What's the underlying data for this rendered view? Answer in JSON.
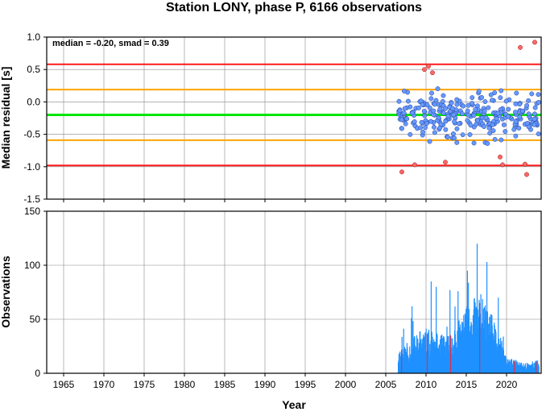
{
  "title": "Station LONY, phase P, 6166 observations",
  "annotation": "median = -0.20, smad = 0.39",
  "xlabel": "Year",
  "top_ylabel": "Median residual [s]",
  "bottom_ylabel": "Observations",
  "colors": {
    "red_line": "#ff1a1a",
    "orange_line": "#ffa500",
    "green_line": "#00e600",
    "blue_point": "#6699ff",
    "red_point": "#ff6666",
    "bar_blue": "#1e90ff",
    "bar_red": "#e0304a",
    "grid": "#888888"
  },
  "chart_data": [
    {
      "type": "scatter",
      "xlim": [
        1962.9,
        2024.3
      ],
      "ylim": [
        -1.5,
        1.0
      ],
      "xticks": [
        1965,
        1970,
        1975,
        1980,
        1985,
        1990,
        1995,
        2000,
        2005,
        2010,
        2015,
        2020
      ],
      "yticks": [
        1.0,
        0.5,
        0.0,
        -0.5,
        -1.0,
        -1.5
      ],
      "ytick_labels": [
        "1.0",
        "0.5",
        "0.0",
        "-0.5",
        "-1.0",
        "-1.5"
      ],
      "grid": true,
      "hlines": [
        {
          "y": 0.58,
          "color": "red"
        },
        {
          "y": 0.19,
          "color": "orange"
        },
        {
          "y": -0.2,
          "color": "green"
        },
        {
          "y": -0.59,
          "color": "orange"
        },
        {
          "y": -0.98,
          "color": "red"
        }
      ],
      "outliers_red": [
        [
          2007.0,
          -1.08
        ],
        [
          2008.6,
          -0.97
        ],
        [
          2009.8,
          0.5
        ],
        [
          2010.3,
          0.55
        ],
        [
          2010.8,
          0.45
        ],
        [
          2012.4,
          -0.93
        ],
        [
          2019.2,
          -0.85
        ],
        [
          2019.5,
          -0.97
        ],
        [
          2021.7,
          0.84
        ],
        [
          2022.3,
          -0.96
        ],
        [
          2022.5,
          -1.12
        ],
        [
          2023.5,
          0.92
        ]
      ],
      "points_seed": 7,
      "points_count": 270,
      "points_xrange": [
        2006.5,
        2024.1
      ],
      "points_center": -0.2,
      "points_spread": 0.22
    },
    {
      "type": "bar",
      "xlim": [
        1962.9,
        2024.3
      ],
      "ylim": [
        0,
        150
      ],
      "xticks": [
        1965,
        1970,
        1975,
        1980,
        1985,
        1990,
        1995,
        2000,
        2005,
        2010,
        2015,
        2020
      ],
      "yticks": [
        0,
        50,
        100,
        150
      ],
      "grid": true,
      "bar_xrange": [
        2006.5,
        2024.0
      ],
      "bar_count": 420,
      "bar_seed": 11,
      "bar_profile": [
        [
          2006.5,
          18
        ],
        [
          2008.0,
          25
        ],
        [
          2009.5,
          35
        ],
        [
          2011.0,
          30
        ],
        [
          2012.5,
          28
        ],
        [
          2014.0,
          40
        ],
        [
          2015.5,
          55
        ],
        [
          2016.5,
          60
        ],
        [
          2018.0,
          45
        ],
        [
          2019.0,
          30
        ],
        [
          2020.0,
          12
        ],
        [
          2022.0,
          8
        ],
        [
          2024.0,
          10
        ]
      ],
      "bar_peaks": [
        [
          2008.2,
          62
        ],
        [
          2010.6,
          85
        ],
        [
          2011.2,
          80
        ],
        [
          2012.9,
          77
        ],
        [
          2013.9,
          76
        ],
        [
          2015.1,
          95
        ],
        [
          2016.3,
          120
        ],
        [
          2017.5,
          103
        ],
        [
          2018.9,
          70
        ]
      ],
      "red_bars": [
        2006.9,
        2010.1,
        2013.0,
        2016.6,
        2020.9,
        2023.6
      ]
    }
  ]
}
